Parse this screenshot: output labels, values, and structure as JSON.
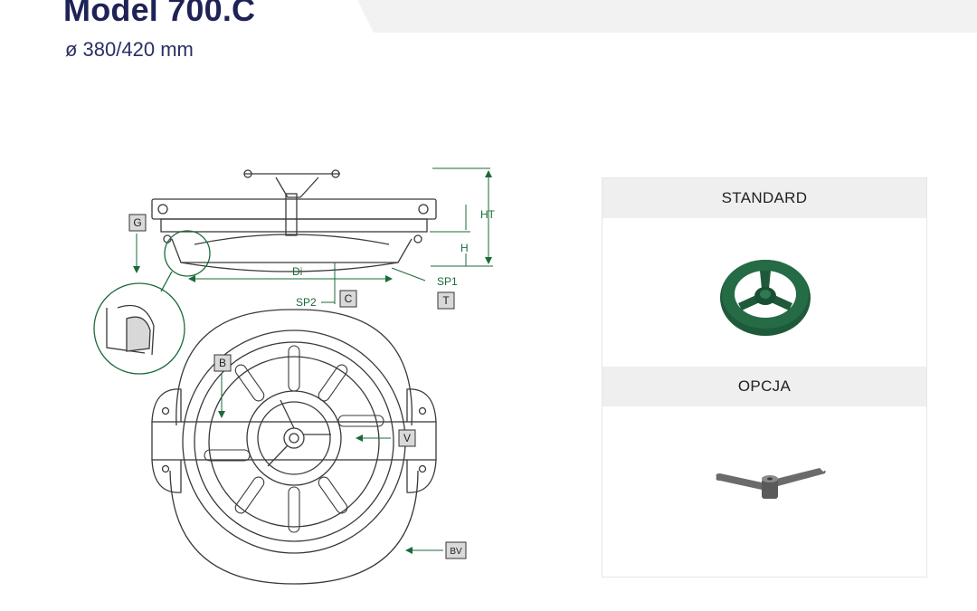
{
  "header": {
    "title": "Model 700.C",
    "subtitle": "ø 380/420 mm"
  },
  "diagram": {
    "labels": {
      "g": "G",
      "b": "B",
      "c": "C",
      "t": "T",
      "v": "V",
      "bv": "BV",
      "di": "Di",
      "sp1": "SP1",
      "sp2": "SP2",
      "h": "H",
      "ht": "HT"
    },
    "colors": {
      "line": "#3a3a3a",
      "dimension": "#1b6a3a",
      "label_box": "#d9d9d9"
    }
  },
  "options_panel": {
    "standard_label": "STANDARD",
    "option_label": "OPCJA",
    "standard_item": "handwheel-icon",
    "option_item": "tommy-bar-icon",
    "colors": {
      "handwheel": "#1e5a3a",
      "tommy_bar": "#6b6b6b"
    }
  }
}
